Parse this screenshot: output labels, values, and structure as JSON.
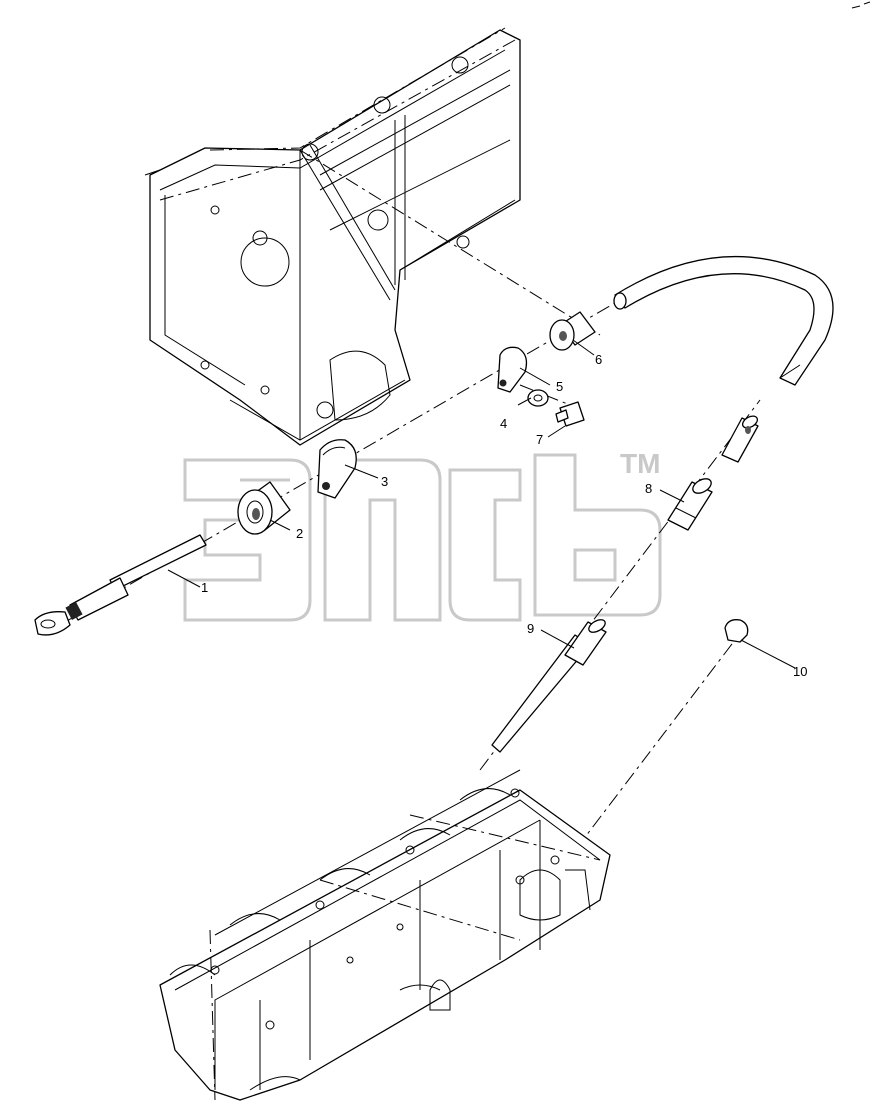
{
  "watermark": {
    "trademark": "TM"
  },
  "callouts": [
    {
      "id": "1",
      "label": "1"
    },
    {
      "id": "2",
      "label": "2"
    },
    {
      "id": "3",
      "label": "3"
    },
    {
      "id": "4",
      "label": "4"
    },
    {
      "id": "5",
      "label": "5"
    },
    {
      "id": "6",
      "label": "6"
    },
    {
      "id": "7",
      "label": "7"
    },
    {
      "id": "8",
      "label": "8"
    },
    {
      "id": "9",
      "label": "9"
    },
    {
      "id": "10",
      "label": "10"
    }
  ]
}
